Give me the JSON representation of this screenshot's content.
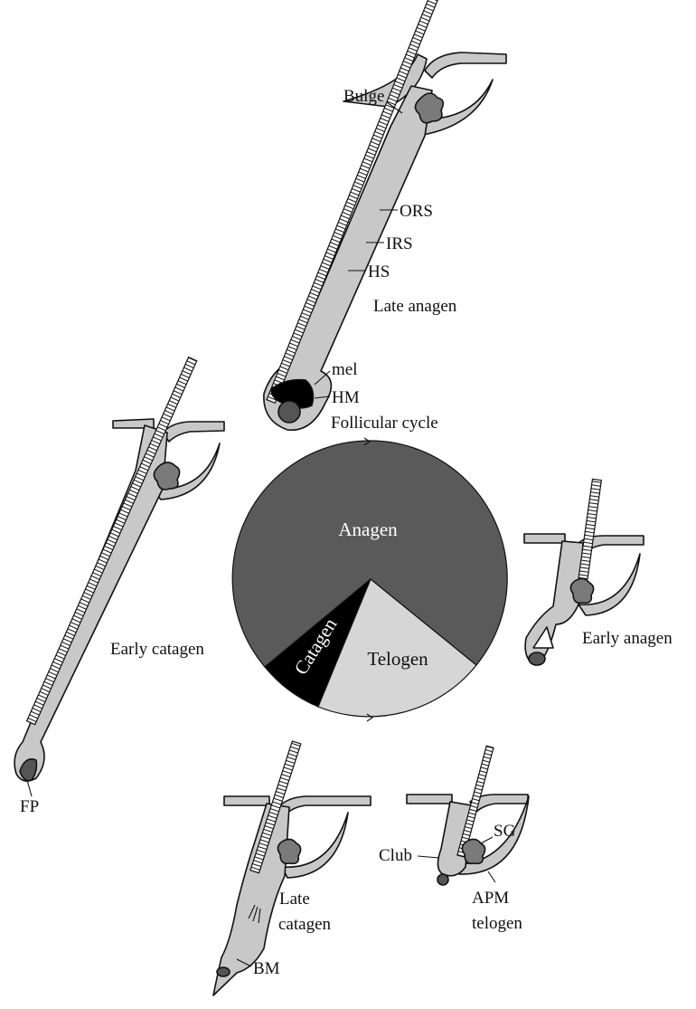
{
  "colors": {
    "skin": "#c8c8c8",
    "outline": "#111111",
    "anagen": "#5a5a5a",
    "catagen": "#000000",
    "telogen": "#d6d6d6",
    "gland": "#7a7a7a",
    "papilla": "#555555",
    "background": "#ffffff"
  },
  "cycle": {
    "title": "Follicular cycle",
    "phases": [
      {
        "label": "Anagen"
      },
      {
        "label": "Catagen"
      },
      {
        "label": "Telogen"
      }
    ]
  },
  "stages": {
    "late_anagen": {
      "label": "Late anagen",
      "parts": [
        "Bulge",
        "ORS",
        "IRS",
        "HS",
        "mel",
        "HM"
      ]
    },
    "early_catagen": {
      "label": "Early catagen",
      "parts": [
        "FP"
      ]
    },
    "early_anagen": {
      "label": "Early anagen"
    },
    "late_catagen": {
      "label_line1": "Late",
      "label_line2": "catagen",
      "parts": [
        "BM"
      ]
    },
    "telogen": {
      "label": "telogen",
      "parts": [
        "SG",
        "Club",
        "APM"
      ]
    }
  }
}
